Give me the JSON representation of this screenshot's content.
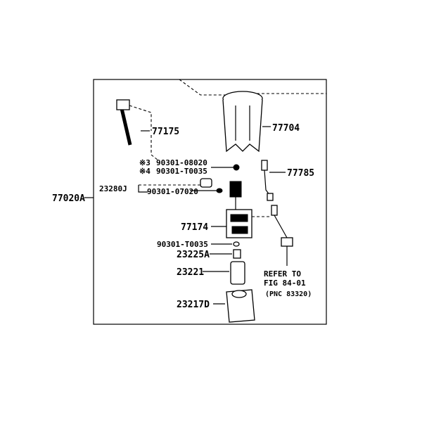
{
  "diagram": {
    "labels": {
      "assembly": "77020A",
      "gauge_sender": "77175",
      "retainer": "77704",
      "gasket3_mark": "※3",
      "gasket3": "90301-08020",
      "gasket4_mark": "※4",
      "gasket4": "90301-T0035",
      "harness": "77785",
      "regulator": "23280J",
      "oring": "90301-07020",
      "filter": "77174",
      "oring2": "90301-T0035",
      "cushion": "23225A",
      "pump": "23221",
      "strainer": "23217D",
      "refer1": "REFER TO",
      "refer2": "FIG 84-01",
      "refer3": "(PNC 83320)"
    }
  }
}
